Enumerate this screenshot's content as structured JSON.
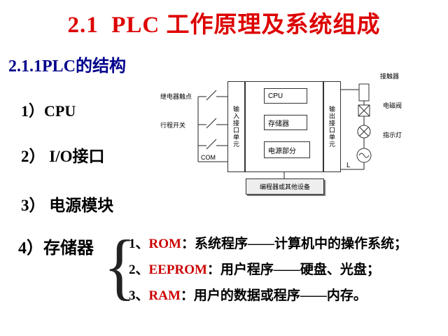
{
  "title": "2.1  PLC 工作原理及系统组成",
  "subtitle": "2.1.1PLC的结构",
  "list": [
    {
      "label": "1）CPU"
    },
    {
      "label": "2） I/O接口"
    },
    {
      "label": "3） 电源模块"
    },
    {
      "label": "4）存储器"
    }
  ],
  "diagram": {
    "relay_contact_label": "继电器触点",
    "travel_switch_label": "行程开关",
    "com_label": "COM",
    "input_unit_label": "输入接口单元",
    "cpu_label": "CPU",
    "memory_label": "存储器",
    "power_label": "电源部分",
    "output_unit_label": "输出接口单元",
    "programmer_label": "编程器或其他设备",
    "contactor_label": "接触器",
    "solenoid_label": "电磁阀",
    "indicator_label": "指示灯",
    "l_label": "L"
  },
  "memory_notes_brace": "{",
  "memory_notes": [
    {
      "prefix": "1、",
      "keyword": "ROM",
      "rest": "：系统程序——计算机中的操作系统；"
    },
    {
      "prefix": "2、",
      "keyword": "EEPROM",
      "rest": "：用户程序——硬盘、光盘；"
    },
    {
      "prefix": "3、",
      "keyword": "RAM",
      "rest": "：用户的数据或程序——内存。"
    }
  ],
  "colors": {
    "title_red": "#dd0000",
    "subtitle_navy": "#00008b",
    "keyword_red": "#cc0000",
    "text_black": "#000000"
  }
}
